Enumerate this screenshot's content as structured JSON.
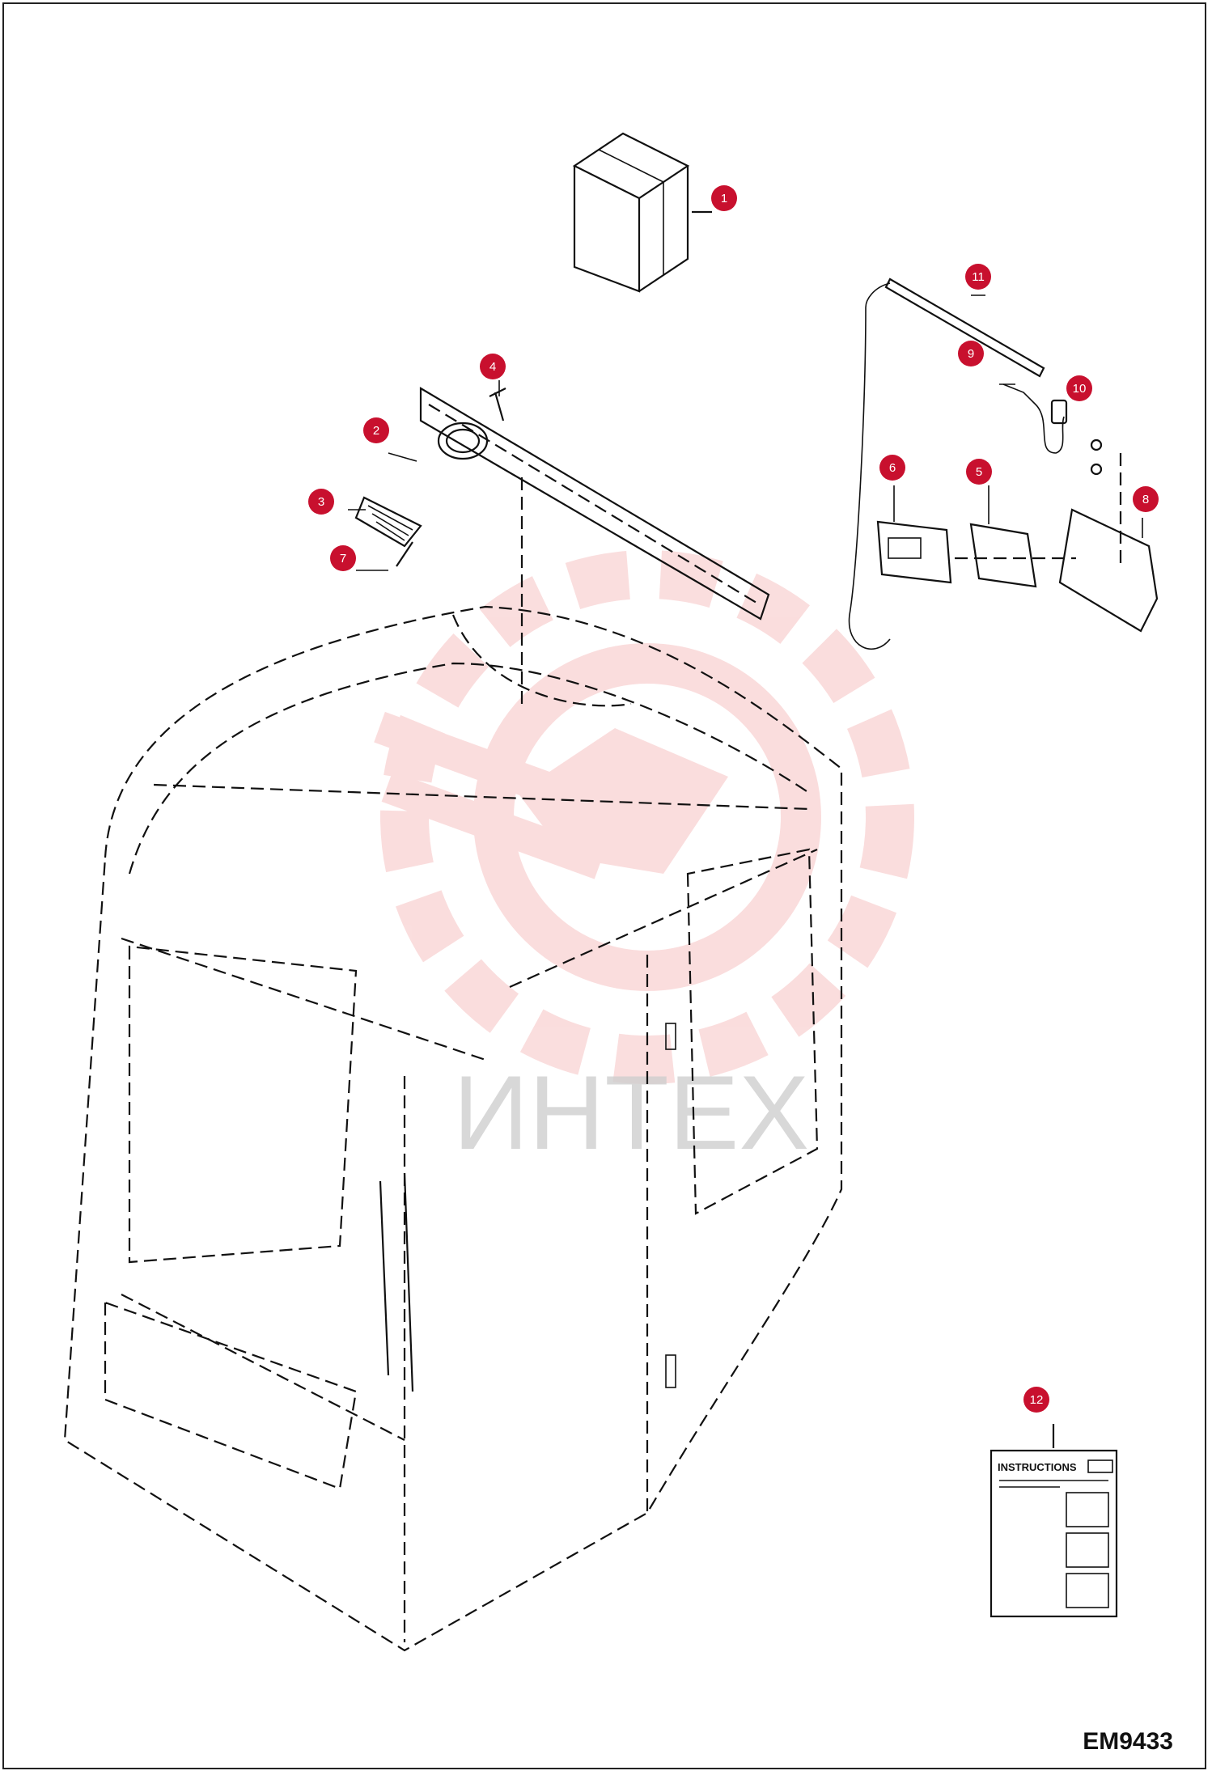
{
  "drawing_code": "EM9433",
  "watermark_text": "ИНТЕХ",
  "instructions_label": "INSTRUCTIONS",
  "callouts": [
    {
      "id": "1",
      "label": "1"
    },
    {
      "id": "2",
      "label": "2"
    },
    {
      "id": "3",
      "label": "3"
    },
    {
      "id": "4",
      "label": "4"
    },
    {
      "id": "5",
      "label": "5"
    },
    {
      "id": "6",
      "label": "6"
    },
    {
      "id": "7",
      "label": "7"
    },
    {
      "id": "8",
      "label": "8"
    },
    {
      "id": "9",
      "label": "9"
    },
    {
      "id": "10",
      "label": "10"
    },
    {
      "id": "11",
      "label": "11"
    },
    {
      "id": "12",
      "label": "12"
    }
  ],
  "colors": {
    "callout": "#c8102e",
    "watermark": "#f2a0a0",
    "line": "#111111"
  }
}
